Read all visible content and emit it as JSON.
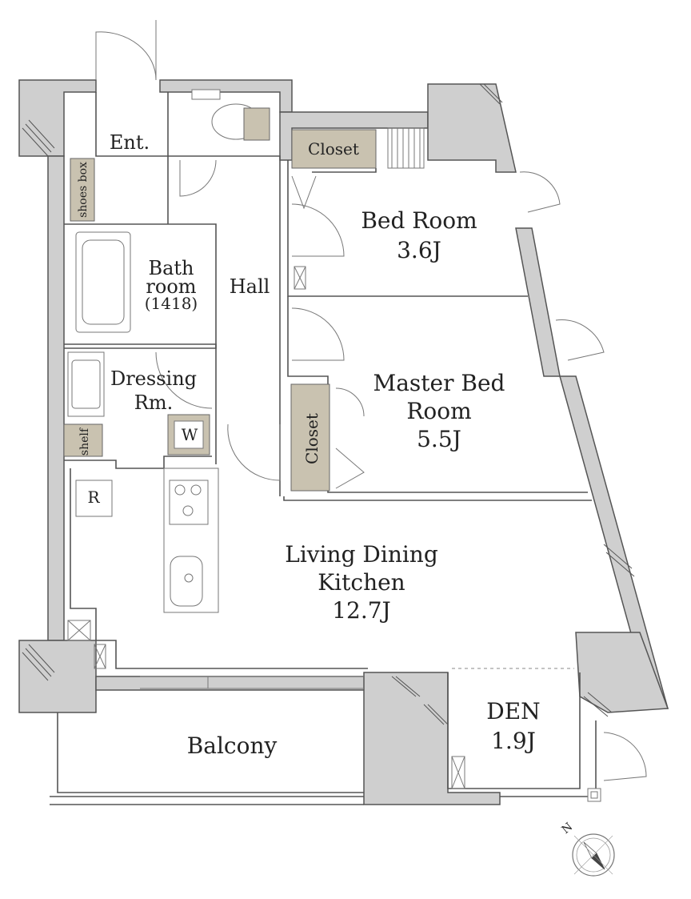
{
  "rooms": {
    "entrance": "Ent.",
    "shoes_box": "shoes box",
    "closet_top": "Closet",
    "bedroom_name": "Bed Room",
    "bedroom_size": "3.6J",
    "bath_line1": "Bath",
    "bath_line2": "room",
    "bath_size": "(1418)",
    "hall": "Hall",
    "dressing_line1": "Dressing",
    "dressing_line2": "Rm.",
    "washer": "W",
    "shelf": "shelf",
    "master_line1": "Master Bed",
    "master_line2": "Room",
    "master_size": "5.5J",
    "closet_master": "Closet",
    "fridge": "R",
    "ldk_line1": "Living Dining",
    "ldk_line2": "Kitchen",
    "ldk_size": "12.7J",
    "den_name": "DEN",
    "den_size": "1.9J",
    "balcony": "Balcony"
  },
  "compass": {
    "north_label": "N",
    "icon": "compass-icon"
  },
  "colors": {
    "wall": "#cfcfcf",
    "closet": "#c9c2b0",
    "line": "#555555"
  }
}
